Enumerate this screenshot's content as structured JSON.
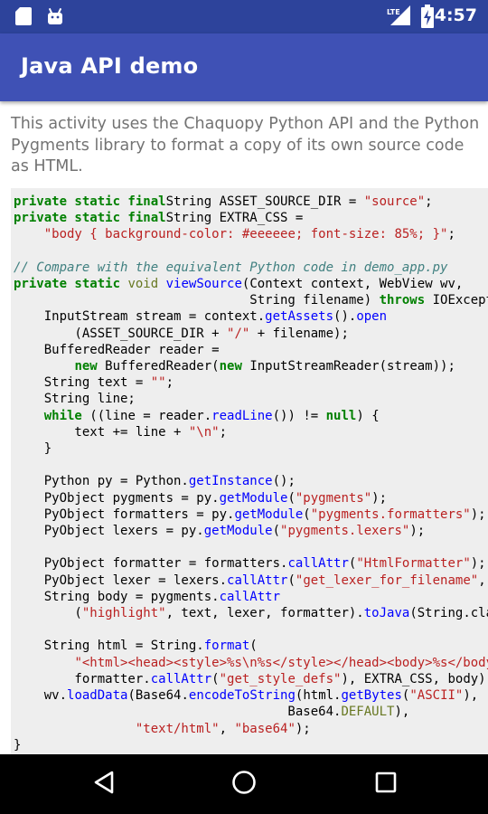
{
  "status_bar": {
    "time": "4:57",
    "network_label": "LTE",
    "icons": [
      "sd-card-icon",
      "android-icon",
      "lte-signal-icon",
      "battery-charging-icon"
    ]
  },
  "app_bar": {
    "title": "Java API demo"
  },
  "description": "This activity uses the Chaquopy Python API and the Python Pygments library to format a copy of its own source code as HTML.",
  "code_lines": [
    [
      [
        "k",
        "private static final"
      ],
      [
        "",
        "String ASSET_SOURCE_DIR = "
      ],
      [
        "s",
        "\"source\""
      ],
      [
        "",
        ";"
      ]
    ],
    [
      [
        "k",
        "private static final"
      ],
      [
        "",
        "String EXTRA_CSS ="
      ]
    ],
    [
      [
        "",
        "    "
      ],
      [
        "s",
        "\"body { background-color: #eeeeee; font-size: 85%; }\""
      ],
      [
        "",
        ";"
      ]
    ],
    [
      [
        "",
        ""
      ]
    ],
    [
      [
        "c",
        "// Compare with the equivalent Python code in demo_app.py"
      ]
    ],
    [
      [
        "k",
        "private static"
      ],
      [
        "",
        ""
      ],
      [
        "m",
        " void"
      ],
      [
        "",
        " "
      ],
      [
        "n",
        "viewSource"
      ],
      [
        "",
        "(Context context, WebView wv,"
      ]
    ],
    [
      [
        "",
        "                               String filename) "
      ],
      [
        "k",
        "throws"
      ],
      [
        "",
        " IOException {"
      ]
    ],
    [
      [
        "",
        "    InputStream stream = context."
      ],
      [
        "n",
        "getAssets"
      ],
      [
        "",
        "()."
      ],
      [
        "n",
        "open"
      ]
    ],
    [
      [
        "",
        "        (ASSET_SOURCE_DIR + "
      ],
      [
        "s",
        "\"/\""
      ],
      [
        "",
        " + filename);"
      ]
    ],
    [
      [
        "",
        "    BufferedReader reader ="
      ]
    ],
    [
      [
        "",
        "        "
      ],
      [
        "k",
        "new"
      ],
      [
        "",
        " BufferedReader("
      ],
      [
        "k",
        "new"
      ],
      [
        "",
        " InputStreamReader(stream));"
      ]
    ],
    [
      [
        "",
        "    String text = "
      ],
      [
        "s",
        "\"\""
      ],
      [
        "",
        ";"
      ]
    ],
    [
      [
        "",
        "    String line;"
      ]
    ],
    [
      [
        "",
        "    "
      ],
      [
        "k",
        "while"
      ],
      [
        "",
        " ((line = reader."
      ],
      [
        "n",
        "readLine"
      ],
      [
        "",
        "()) != "
      ],
      [
        "k",
        "null"
      ],
      [
        "",
        ") {"
      ]
    ],
    [
      [
        "",
        "        text += line + "
      ],
      [
        "s",
        "\"\\n\""
      ],
      [
        "",
        ";"
      ]
    ],
    [
      [
        "",
        "    }"
      ]
    ],
    [
      [
        "",
        ""
      ]
    ],
    [
      [
        "",
        "    Python py = Python."
      ],
      [
        "n",
        "getInstance"
      ],
      [
        "",
        "();"
      ]
    ],
    [
      [
        "",
        "    PyObject pygments = py."
      ],
      [
        "n",
        "getModule"
      ],
      [
        "",
        "("
      ],
      [
        "s",
        "\"pygments\""
      ],
      [
        "",
        ");"
      ]
    ],
    [
      [
        "",
        "    PyObject formatters = py."
      ],
      [
        "n",
        "getModule"
      ],
      [
        "",
        "("
      ],
      [
        "s",
        "\"pygments.formatters\""
      ],
      [
        "",
        ");"
      ]
    ],
    [
      [
        "",
        "    PyObject lexers = py."
      ],
      [
        "n",
        "getModule"
      ],
      [
        "",
        "("
      ],
      [
        "s",
        "\"pygments.lexers\""
      ],
      [
        "",
        ");"
      ]
    ],
    [
      [
        "",
        ""
      ]
    ],
    [
      [
        "",
        "    PyObject formatter = formatters."
      ],
      [
        "n",
        "callAttr"
      ],
      [
        "",
        "("
      ],
      [
        "s",
        "\"HtmlFormatter\""
      ],
      [
        "",
        ");"
      ]
    ],
    [
      [
        "",
        "    PyObject lexer = lexers."
      ],
      [
        "n",
        "callAttr"
      ],
      [
        "",
        "("
      ],
      [
        "s",
        "\"get_lexer_for_filename\""
      ],
      [
        "",
        ", filename);"
      ]
    ],
    [
      [
        "",
        "    String body = pygments."
      ],
      [
        "n",
        "callAttr"
      ]
    ],
    [
      [
        "",
        "        ("
      ],
      [
        "s",
        "\"highlight\""
      ],
      [
        "",
        ", text, lexer, formatter)."
      ],
      [
        "n",
        "toJava"
      ],
      [
        "",
        "(String.class);"
      ]
    ],
    [
      [
        "",
        ""
      ]
    ],
    [
      [
        "",
        "    String html = String."
      ],
      [
        "n",
        "format"
      ],
      [
        "",
        "("
      ]
    ],
    [
      [
        "",
        "        "
      ],
      [
        "s",
        "\"<html><head><style>%s\\n%s</style></head><body>%s</body></html>\""
      ],
      [
        "",
        ","
      ]
    ],
    [
      [
        "",
        "        formatter."
      ],
      [
        "n",
        "callAttr"
      ],
      [
        "",
        "("
      ],
      [
        "s",
        "\"get_style_defs\""
      ],
      [
        "",
        "), EXTRA_CSS, body);"
      ]
    ],
    [
      [
        "",
        "    wv."
      ],
      [
        "n",
        "loadData"
      ],
      [
        "",
        "(Base64."
      ],
      [
        "n",
        "encodeToString"
      ],
      [
        "",
        "(html."
      ],
      [
        "n",
        "getBytes"
      ],
      [
        "",
        "("
      ],
      [
        "s",
        "\"ASCII\""
      ],
      [
        "",
        "),"
      ]
    ],
    [
      [
        "",
        "                                    Base64."
      ],
      [
        "m",
        "DEFAULT"
      ],
      [
        "",
        "),"
      ]
    ],
    [
      [
        "",
        "                "
      ],
      [
        "s",
        "\"text/html\""
      ],
      [
        "",
        ", "
      ],
      [
        "s",
        "\"base64\""
      ],
      [
        "",
        ");"
      ]
    ],
    [
      [
        "",
        "}"
      ]
    ]
  ],
  "nav_bar": {
    "back": "back-icon",
    "home": "home-icon",
    "recents": "recents-icon"
  }
}
